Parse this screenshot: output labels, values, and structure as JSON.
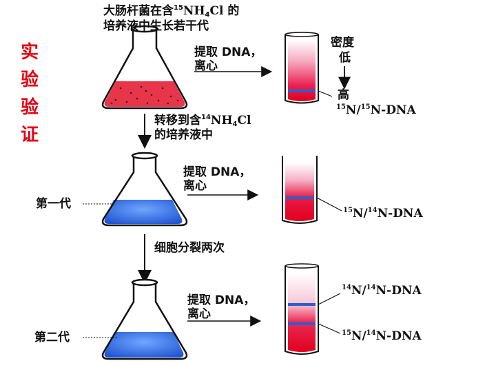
{
  "side_title": [
    "实",
    "验",
    "验",
    "证"
  ],
  "top_caption": {
    "line1_prefix": "大肠杆菌在含",
    "line1_isotope": "15",
    "line1_formula": "NH",
    "line1_sub": "4",
    "line1_rest": "Cl 的",
    "line2": "培养液中生长若干代"
  },
  "step1": {
    "line1": "提取 DNA，",
    "line2": "离心"
  },
  "density": {
    "top": "密度",
    "low": "低",
    "high": "高"
  },
  "transfer": {
    "line1_prefix": "转移到含",
    "line1_isotope": "14",
    "line1_formula": "NH",
    "line1_sub": "4",
    "line1_rest": "Cl",
    "line2": "的培养液中"
  },
  "step2": {
    "line1": "提取 DNA，",
    "line2": "离心"
  },
  "step3": {
    "line1": "提取 DNA，",
    "line2": "离心"
  },
  "gen1_label": "第一代",
  "gen2_label": "第二代",
  "division": "细胞分裂两次",
  "bands": {
    "b1": {
      "a": "15",
      "b": "N/",
      "c": "15",
      "d": "N-DNA"
    },
    "b2": {
      "a": "15",
      "b": "N/",
      "c": "14",
      "d": "N-DNA"
    },
    "b3": {
      "a": "14",
      "b": "N/",
      "c": "14",
      "d": "N-DNA"
    },
    "b4": {
      "a": "15",
      "b": "N/",
      "c": "14",
      "d": "N-DNA"
    }
  },
  "colors": {
    "side_title": "#e60012",
    "tube_red": "#e8002a",
    "tube_band": "#2a5fd0",
    "flask_red": "#e8354a",
    "flask_blue": "#2f6fe0"
  }
}
